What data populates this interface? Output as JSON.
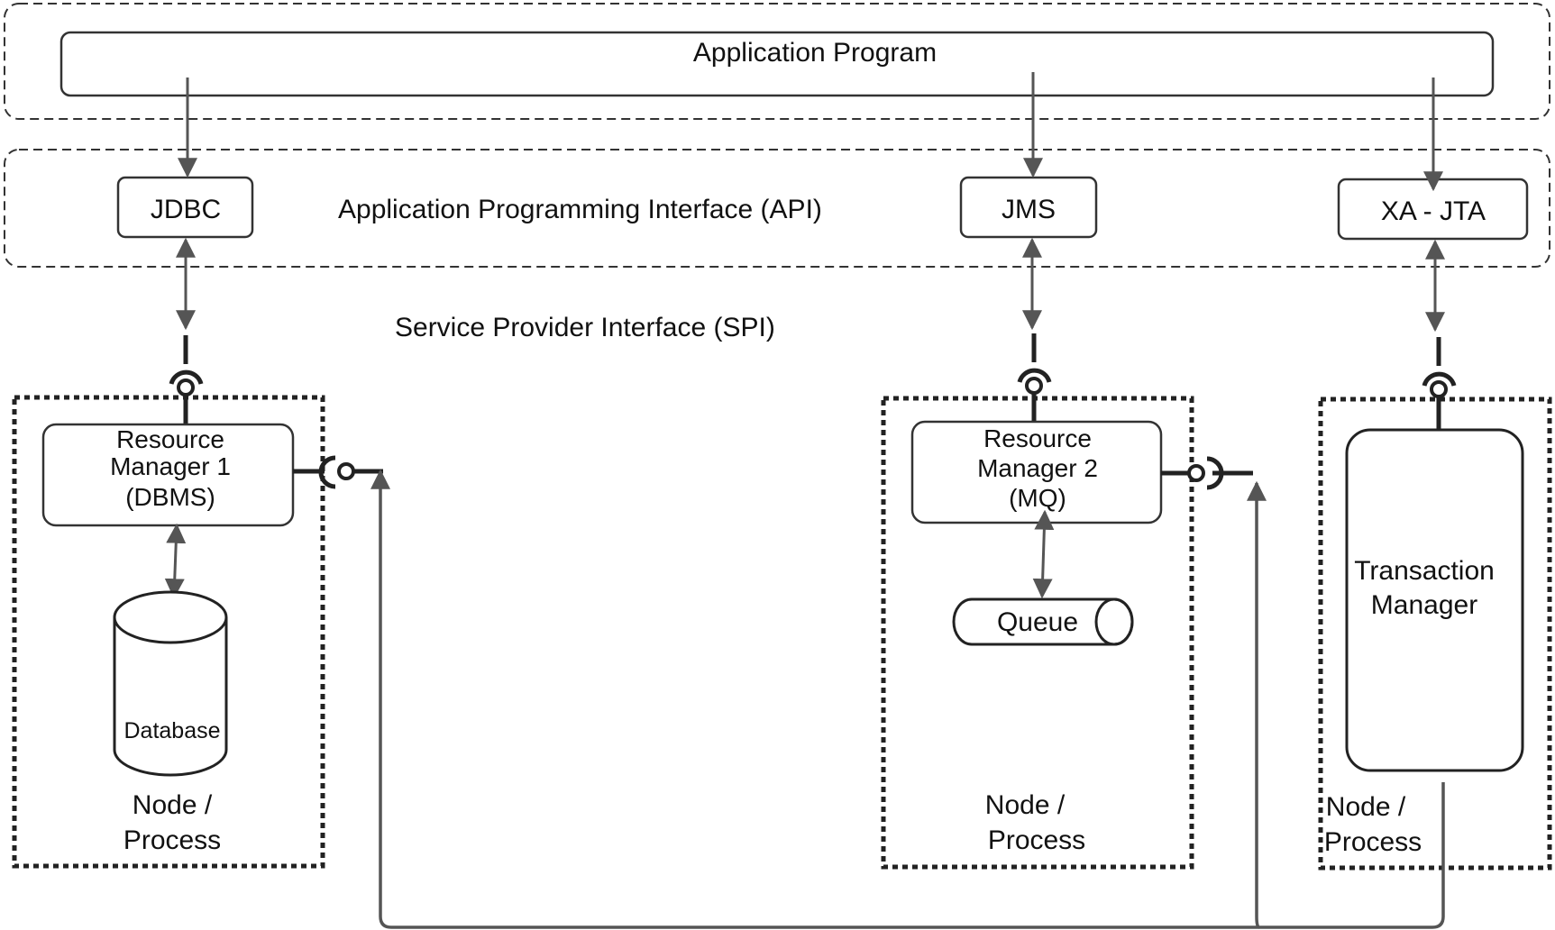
{
  "application_program": {
    "label": "Application Program"
  },
  "api_layer": {
    "label": "Application Programming Interface (API)",
    "jdbc": "JDBC",
    "jms": "JMS",
    "xa_jta": "XA - JTA"
  },
  "spi_label": "Service Provider Interface (SPI)",
  "node_1": {
    "resource_manager": [
      "Resource",
      "Manager 1",
      "(DBMS)"
    ],
    "database": "Database",
    "node_label": [
      "Node /",
      "Process"
    ]
  },
  "node_2": {
    "resource_manager": [
      "Resource",
      "Manager 2",
      "(MQ)"
    ],
    "queue": "Queue",
    "node_label": [
      "Node /",
      "Process"
    ]
  },
  "node_3": {
    "transaction_manager": [
      "Transaction",
      "Manager"
    ],
    "node_label": [
      "Node /",
      "Process"
    ]
  },
  "colors": {
    "line": "#555555",
    "stroke": "#222222",
    "background": "#ffffff"
  }
}
